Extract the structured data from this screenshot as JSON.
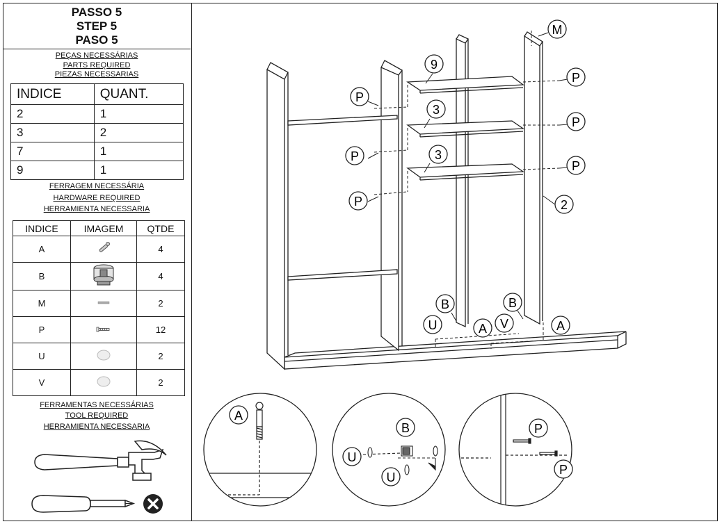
{
  "header": {
    "line1": "PASSO 5",
    "line2": "STEP 5",
    "line3": "PASO 5"
  },
  "parts_required": {
    "caption_pt": "PEÇAS NECESSÁRIAS",
    "caption_en": "PARTS REQUIRED",
    "caption_es": "PIEZAS NECESSARIAS",
    "columns": [
      "INDICE",
      "QUANT."
    ],
    "rows": [
      [
        "2",
        "1"
      ],
      [
        "3",
        "2"
      ],
      [
        "7",
        "1"
      ],
      [
        "9",
        "1"
      ]
    ]
  },
  "hardware_required": {
    "caption_pt": "FERRAGEM NECESSÁRIA",
    "caption_en": "HARDWARE REQUIRED",
    "caption_es": "HERRAMIENTA NECESSARIA",
    "columns": [
      "INDICE",
      "IMAGEM",
      "QTDE"
    ],
    "rows": [
      {
        "index": "A",
        "qty": "4",
        "icon": "dowel-icon"
      },
      {
        "index": "B",
        "qty": "4",
        "icon": "cam-lock-icon"
      },
      {
        "index": "M",
        "qty": "2",
        "icon": "nail-icon"
      },
      {
        "index": "P",
        "qty": "12",
        "icon": "screw-icon"
      },
      {
        "index": "U",
        "qty": "2",
        "icon": "cap-icon"
      },
      {
        "index": "V",
        "qty": "2",
        "icon": "cap-icon"
      }
    ]
  },
  "tools_required": {
    "caption_pt": "FERRAMENTAS NECESSÁRIAS",
    "caption_en": "TOOL REQUIRED",
    "caption_es": "HERRAMIENTA NECESSARIA",
    "tools": [
      "hammer-icon",
      "screwdriver-icon",
      "not-needed-icon"
    ]
  },
  "diagram": {
    "callouts": {
      "m": "M",
      "p": "P",
      "nine": "9",
      "three": "3",
      "two": "2",
      "b": "B",
      "u": "U",
      "v": "V",
      "a": "A"
    }
  }
}
